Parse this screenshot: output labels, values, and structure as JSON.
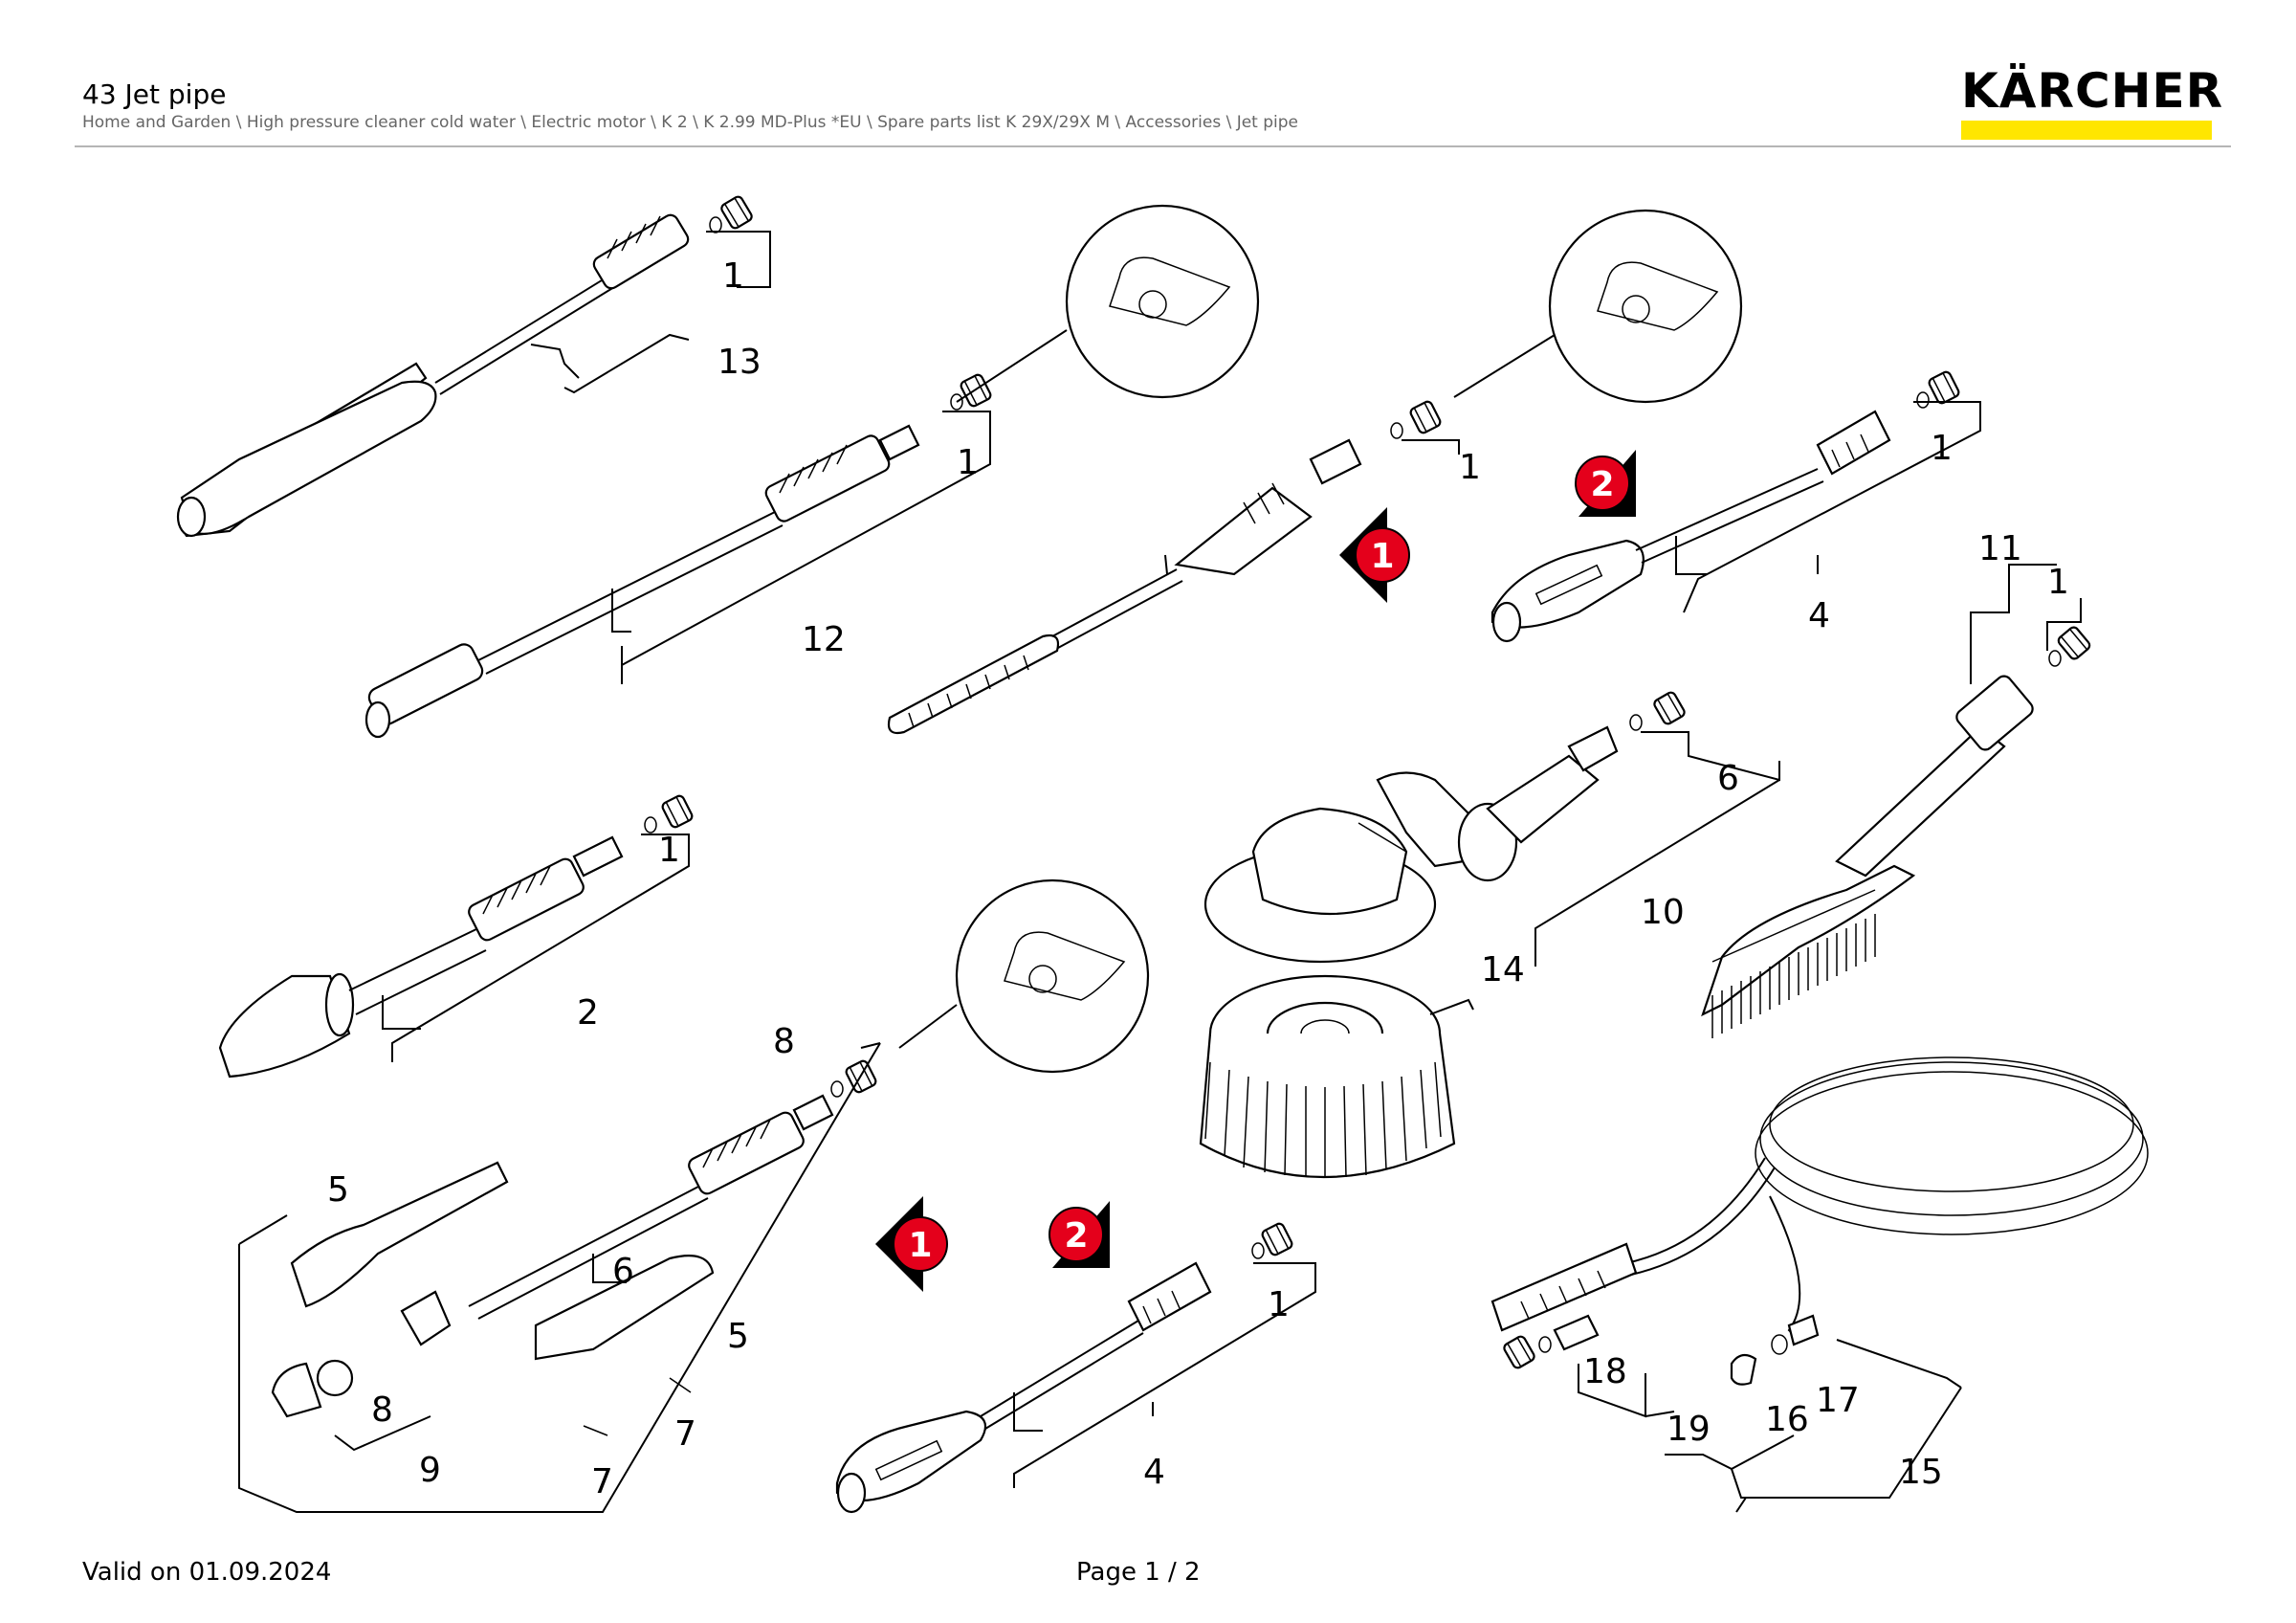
{
  "header": {
    "title": "43 Jet pipe",
    "breadcrumb": "Home and Garden \\ High pressure cleaner cold water \\ Electric motor \\ K 2 \\ K 2.99 MD-Plus *EU \\ Spare parts list K 29X/29X M \\ Accessories \\ Jet pipe",
    "brand": "KÄRCHER",
    "brand_color": "#ffe600"
  },
  "callouts": {
    "c1": "1",
    "c2": "1",
    "c3": "1",
    "c4": "1",
    "c5": "1",
    "c6": "6",
    "c7": "1",
    "c8": "8",
    "c9": "1",
    "c2b": "2",
    "c4a": "4",
    "c4b": "4",
    "c5a": "5",
    "c5b": "5",
    "c7a": "7",
    "c7b": "7",
    "c9b": "9",
    "c10": "10",
    "c11": "11",
    "c12": "12",
    "c13": "13",
    "c14": "14",
    "c15": "15",
    "c16": "16",
    "c17": "17",
    "c18": "18",
    "c19": "19"
  },
  "badges": {
    "arrow1": "1",
    "arrow2": "2",
    "arrow3": "1",
    "arrow4": "2",
    "badge_color": "#e4001b"
  },
  "footer": {
    "valid": "Valid on 01.09.2024",
    "page": "Page 1 / 2"
  }
}
